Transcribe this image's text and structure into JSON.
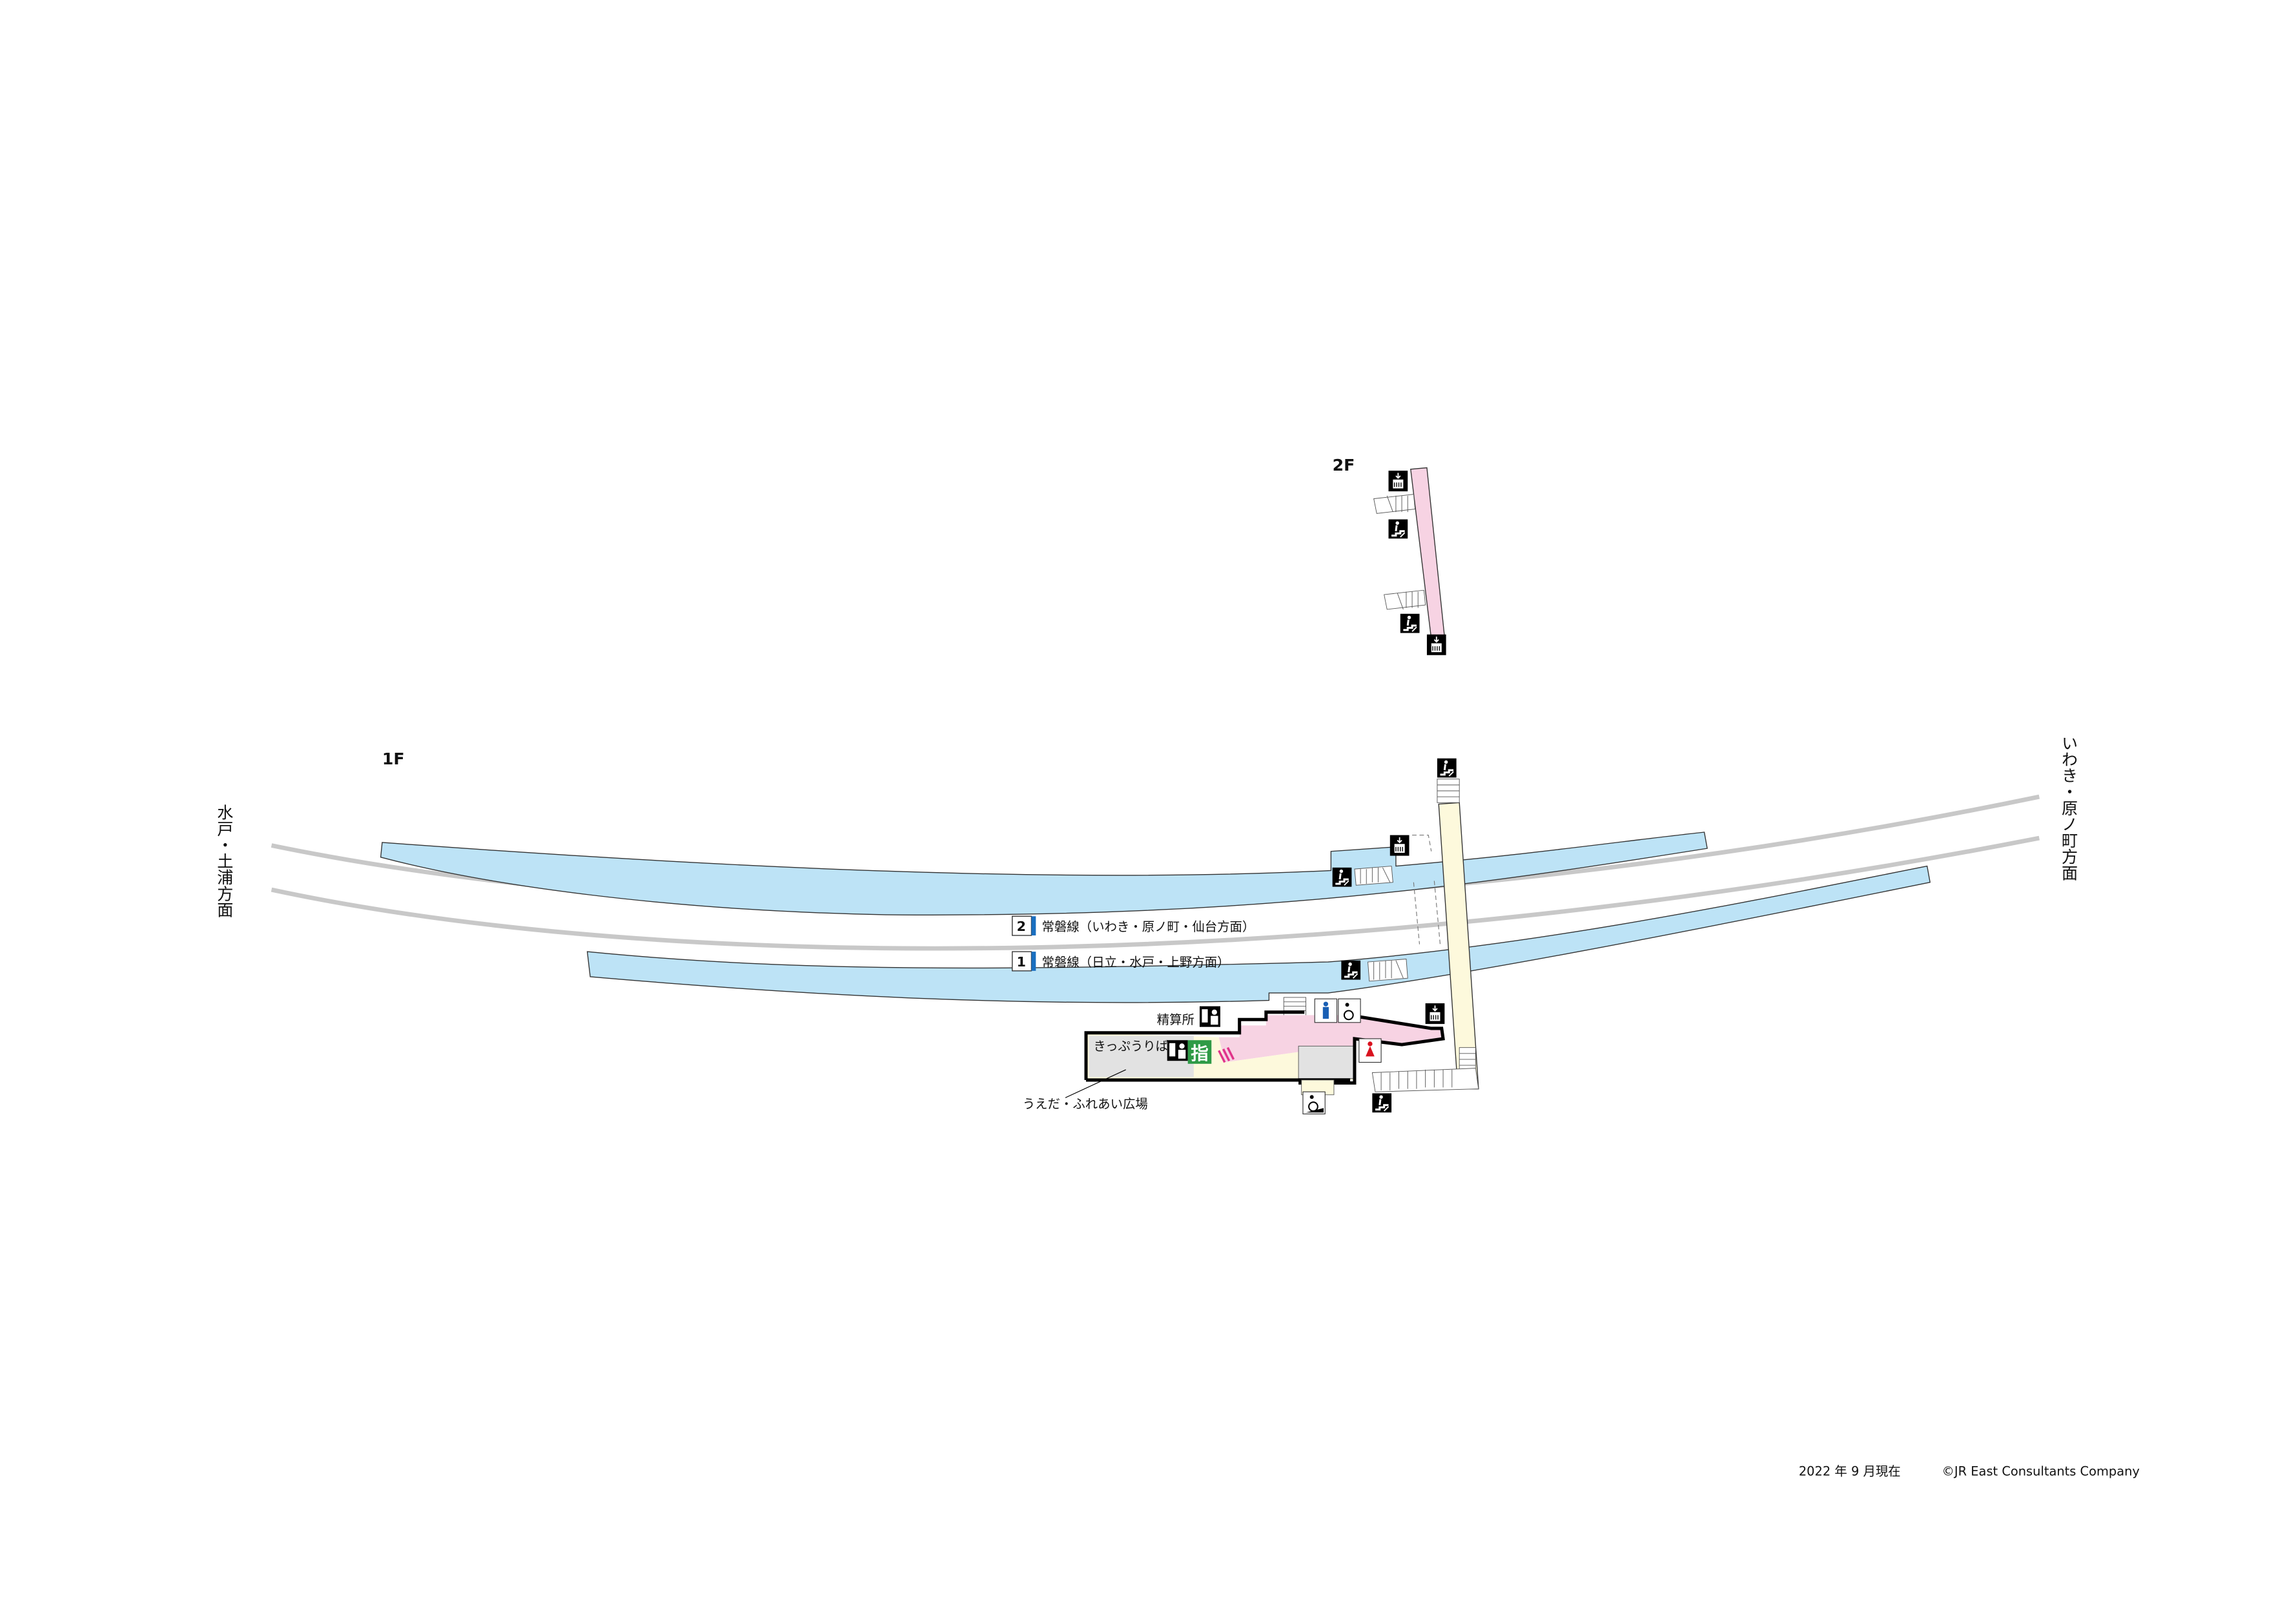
{
  "floors": {
    "upper": "2F",
    "ground": "1F"
  },
  "directions": {
    "west": "水戸・土浦方面",
    "east": "いわき・原ノ町方面"
  },
  "platforms": [
    {
      "number": "2",
      "line": "常磐線（いわき・原ノ町・仙台方面）"
    },
    {
      "number": "1",
      "line": "常磐線（日立・水戸・上野方面）"
    }
  ],
  "facilities": {
    "fare_adjustment": "精算所",
    "ticket_office": "きっぷうりば",
    "reserved_seat_mark": "指",
    "plaza": "うえだ・ふれあい広場"
  },
  "footer": {
    "date": "2022 年 9 月現在",
    "copyright": "©JR East Consultants Company"
  },
  "colors": {
    "platform": "#bde3f6",
    "concourse": "#f7d3e3",
    "footbridge": "#fdf9dc",
    "track": "#c8c8c8",
    "line_blue": "#1a6fc0",
    "reserved": "#2e9a46",
    "female": "#d9121f",
    "male": "#1a5fb4"
  }
}
